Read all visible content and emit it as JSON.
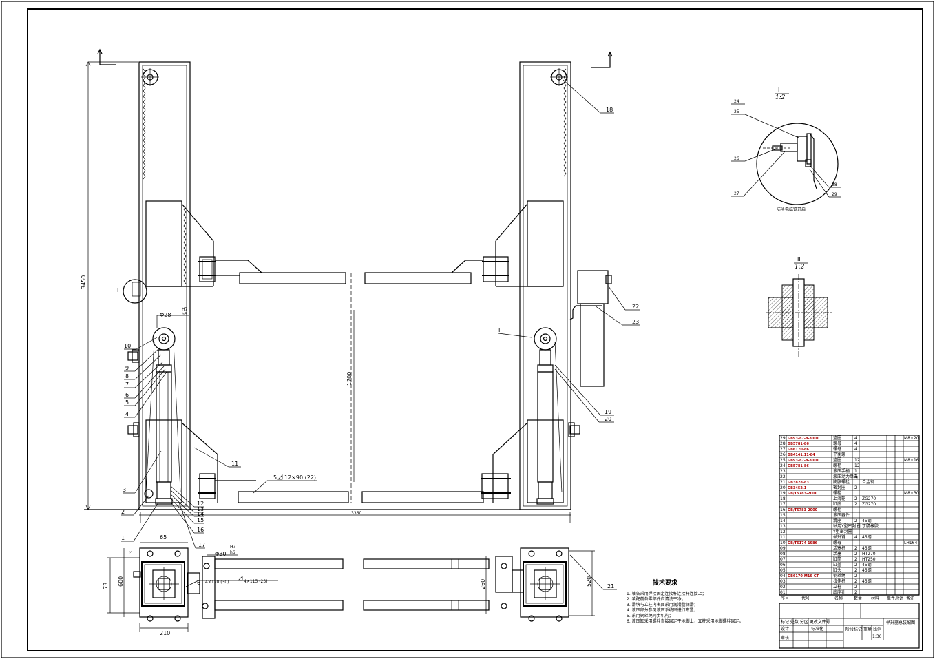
{
  "section_I": {
    "title": "I",
    "scale": "1:2",
    "caption": "防坠电磁铁开启"
  },
  "section_II": {
    "title": "II",
    "scale": "1:2"
  },
  "dims": {
    "height_total": "3450",
    "width_total": "3360",
    "cyl_stroke": "1700",
    "d28": "Φ28",
    "d28_fit": "H7\nh6",
    "d30": "Φ30",
    "d30_fit": "H7\nh6",
    "top_65": "65",
    "w_210": "210",
    "h_600": "600",
    "h_73": "73",
    "h_3": "3",
    "h_260": "260",
    "h_520": "520",
    "weld1": "5",
    "weld1_spec": "12×90 (22)",
    "weld2": "6",
    "weld2_spec": "4×120 (30)",
    "weld3": "4×115 (23)"
  },
  "balloons_left": [
    "10",
    "9",
    "8",
    "7",
    "6",
    "5",
    "4",
    "3",
    "2",
    "1"
  ],
  "balloons_bottom": [
    "12",
    "13",
    "14",
    "15",
    "16",
    "17"
  ],
  "balloons_right": [
    "18",
    "19",
    "20",
    "21",
    "22",
    "23"
  ],
  "balloons_I": [
    "24",
    "25",
    "26",
    "27",
    "28",
    "29"
  ],
  "balloon_11": "11",
  "tech_title": "技术要求",
  "tech_notes": [
    "1. 轴各采用焊接固定连接杆连接杆连接上；",
    "2. 装配前各零部件应清洗干净；",
    "3. 滑块与立柱内表面采用润滑脂润滑；",
    "4. 液压部分参见液压系统图进行布置；",
    "5. 采用钢丝绳同步机构；",
    "6. 液压缸采用螺栓直接固定于地脚上，立柱采用地脚螺栓固定。"
  ],
  "bom": [
    {
      "no": "29",
      "code": "GB93-87-8-300T",
      "name": "垫圈",
      "qty": "4",
      "mat": "",
      "note": "M8×20"
    },
    {
      "no": "28",
      "code": "GB5781-86",
      "name": "螺母",
      "qty": "4",
      "mat": "",
      "note": ""
    },
    {
      "no": "27",
      "code": "GB6170-86",
      "name": "螺母",
      "qty": "4",
      "mat": "",
      "note": ""
    },
    {
      "no": "26",
      "code": "GB4141.11-84",
      "name": "平衡螺",
      "qty": "",
      "mat": "",
      "note": ""
    },
    {
      "no": "25",
      "code": "GB93-87-8-300T",
      "name": "垫圈",
      "qty": "12",
      "mat": "",
      "note": "M8×16"
    },
    {
      "no": "24",
      "code": "GB5781-86",
      "name": "螺栓",
      "qty": "12",
      "mat": "",
      "note": ""
    },
    {
      "no": "23",
      "code": "",
      "name": "液压手柄",
      "qty": "1",
      "mat": "",
      "note": ""
    },
    {
      "no": "22",
      "code": "",
      "name": "液压动力单元",
      "qty": "1",
      "mat": "",
      "note": ""
    },
    {
      "no": "21",
      "code": "GB3828-83",
      "name": "膨胀螺栓",
      "qty": "",
      "mat": "合金钢",
      "note": ""
    },
    {
      "no": "20",
      "code": "GB3452.1",
      "name": "密封圈",
      "qty": "2",
      "mat": "",
      "note": ""
    },
    {
      "no": "19",
      "code": "GB/T5783-2000",
      "name": "螺栓",
      "qty": "",
      "mat": "",
      "note": "M8×30"
    },
    {
      "no": "18",
      "code": "",
      "name": "上滑轮",
      "qty": "2",
      "mat": "ZG270",
      "note": ""
    },
    {
      "no": "17",
      "code": "",
      "name": "缸底",
      "qty": "2",
      "mat": "ZG270",
      "note": ""
    },
    {
      "no": "16",
      "code": "GB/T5783-2000",
      "name": "螺栓",
      "qty": "",
      "mat": "",
      "note": ""
    },
    {
      "no": "15",
      "code": "",
      "name": "液压器件",
      "qty": "",
      "mat": "",
      "note": ""
    },
    {
      "no": "14",
      "code": "",
      "name": "滑座",
      "qty": "2",
      "mat": "45钢",
      "note": ""
    },
    {
      "no": "13",
      "code": "",
      "name": "轴用Y型密封圈",
      "qty": "",
      "mat": "丁腈橡胶",
      "note": ""
    },
    {
      "no": "12",
      "code": "",
      "name": "Y型密封圈",
      "qty": "",
      "mat": "",
      "note": ""
    },
    {
      "no": "11",
      "code": "",
      "name": "举升臂",
      "qty": "4",
      "mat": "45钢",
      "note": ""
    },
    {
      "no": "10",
      "code": "GB/T6174-1986",
      "name": "螺母",
      "qty": "",
      "mat": "",
      "note": "LH164"
    },
    {
      "no": "09",
      "code": "",
      "name": "活塞杆",
      "qty": "2",
      "mat": "45钢",
      "note": ""
    },
    {
      "no": "08",
      "code": "",
      "name": "活塞",
      "qty": "2",
      "mat": "HT270",
      "note": ""
    },
    {
      "no": "07",
      "code": "",
      "name": "缸筒",
      "qty": "2",
      "mat": "HT250",
      "note": ""
    },
    {
      "no": "06",
      "code": "",
      "name": "缸盖",
      "qty": "2",
      "mat": "45钢",
      "note": ""
    },
    {
      "no": "05",
      "code": "",
      "name": "缸头",
      "qty": "2",
      "mat": "45钢",
      "note": ""
    },
    {
      "no": "04",
      "code": "GB6170-M16-CT",
      "name": "钢丝绳",
      "qty": "2",
      "mat": "",
      "note": ""
    },
    {
      "no": "03",
      "code": "",
      "name": "拉伸杆",
      "qty": "2",
      "mat": "45钢",
      "note": ""
    },
    {
      "no": "02",
      "code": "",
      "name": "立柱",
      "qty": "2",
      "mat": "",
      "note": ""
    },
    {
      "no": "01",
      "code": "",
      "name": "底座孔",
      "qty": "2",
      "mat": "",
      "note": ""
    }
  ],
  "bom_header": {
    "no": "序号",
    "code": "代号",
    "name": "名称",
    "qty": "数量",
    "mat": "材料",
    "weight": "单件总计",
    "note": "备注"
  },
  "title_block": {
    "title": "举升器总装配图",
    "row1": "标记 处数 分区 更改文件号",
    "design": "设计",
    "std": "标准化",
    "stage": "阶段标记",
    "weight": "重量",
    "scale": "比例",
    "scale_val": "1:36",
    "audit": "审核"
  }
}
